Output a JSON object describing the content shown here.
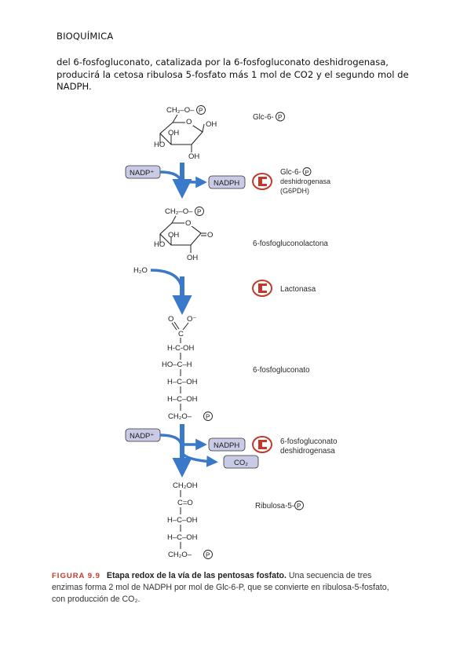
{
  "header": {
    "title": "BIOQUÍMICA"
  },
  "paragraph": {
    "line1": "del 6-fosfogluconato, catalizada por la 6-fosfogluconato deshidrogenasa,",
    "line2": "producirá la cetosa ribulosa 5-fosfato más 1 mol de CO2 y el segundo mol de",
    "line3": "NADPH."
  },
  "figure": {
    "ch2op_1": "CH₂–O–",
    "oh": "OH",
    "ho": "HO",
    "ring_o": "O",
    "p": "P",
    "carbonyl_o": "O",
    "h2o": "H₂O",
    "nadp_in_1": "NADP⁺",
    "nadph_out_1": "NADPH",
    "nadp_in_2": "NADP⁺",
    "nadph_out_2": "NADPH",
    "co2": "CO₂",
    "gluconate": {
      "carboxyl_o1": "O",
      "carboxyl_o2": "O⁻",
      "c1": "C",
      "row1": "H-C-OH",
      "row2": "HO–C–H",
      "row3": "H–C–OH",
      "row4": "H–C–OH",
      "row5": "CH₂O–"
    },
    "ribulose": {
      "row1": "CH₂OH",
      "row2": "C=O",
      "row3": "H–C–OH",
      "row4": "H–C–OH",
      "row5": "CH₂O–"
    },
    "labels": {
      "glc6p": "Glc-6-",
      "g6pdh_1": "Glc-6-",
      "g6pdh_2": "deshidrogenasa",
      "g6pdh_3": "(G6PDH)",
      "lactone": "6-fosfogluconolactona",
      "lactonasa": "Lactonasa",
      "gluconato": "6-fosfogluconato",
      "pgdh_1": "6-fosfogluconato",
      "pgdh_2": "deshidrogenasa",
      "ribulosa": "Ribulosa-5-"
    }
  },
  "caption": {
    "figure_number": "FIGURA 9.9",
    "title": "Etapa redox de la vía de las pentosas fosfato.",
    "text1": " Una secuencia de tres",
    "line2": "enzimas forma 2 mol de NADPH por mol de Glc-6-P, que se convierte en ribulosa-5-fosfato,",
    "line3": "con producción de CO₂."
  },
  "colors": {
    "arrow": "#3a78c9",
    "enzyme_red": "#c0392b",
    "cofactor_fill": "#c9cbe6",
    "caption_red": "#c0392b"
  }
}
